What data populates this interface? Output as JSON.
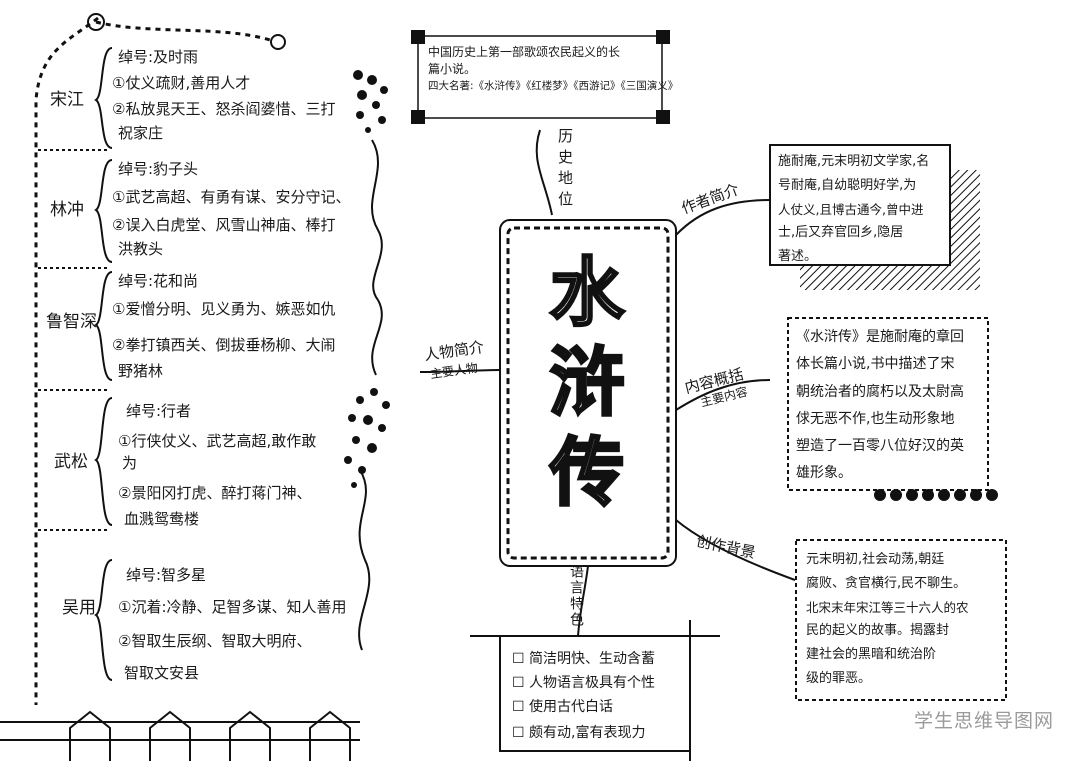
{
  "title": [
    "水",
    "浒",
    "传"
  ],
  "characters": [
    {
      "name": "宋江",
      "lines": [
        "绰号:及时雨",
        "①仗义疏财,善用人才",
        "②私放晁天王、怒杀阎婆惜、三打",
        "祝家庄"
      ]
    },
    {
      "name": "林冲",
      "lines": [
        "绰号:豹子头",
        "①武艺高超、有勇有谋、安分守记、",
        "②误入白虎堂、风雪山神庙、棒打",
        "洪教头"
      ]
    },
    {
      "name": "鲁智深",
      "lines": [
        "绰号:花和尚",
        "①爱憎分明、见义勇为、嫉恶如仇",
        "②拳打镇西关、倒拔垂杨柳、大闹",
        "野猪林"
      ]
    },
    {
      "name": "武松",
      "lines": [
        "绰号:行者",
        "①行侠仗义、武艺高超,敢作敢",
        "为",
        "②景阳冈打虎、醉打蒋门神、",
        "血溅鸳鸯楼"
      ]
    },
    {
      "name": "吴用",
      "lines": [
        "绰号:智多星",
        "①沉着:冷静、足智多谋、知人善用",
        "②智取生辰纲、智取大明府、",
        "智取文安县"
      ]
    }
  ],
  "history_box": {
    "line1": "中国历史上第一部歌颂农民起义的长",
    "line2": "篇小说。",
    "line3": "四大名著:《水浒传》《红楼梦》《西游记》《三国演义》"
  },
  "branches": {
    "history": "历史地位",
    "author": "作者简介",
    "people_main": "人物简介",
    "people_sub": "主要人物",
    "content_main": "内容概括",
    "content_sub": "主要内容",
    "background": "创作背景",
    "language": "语言特色"
  },
  "author_box": [
    "施耐庵,元末明初文学家,名",
    "号耐庵,自幼聪明好学,为",
    "人仗义,且博古通今,曾中进",
    "士,后又弃官回乡,隐居",
    "著述。"
  ],
  "content_box": [
    "《水浒传》是施耐庵的章回",
    "体长篇小说,书中描述了宋",
    "朝统治者的腐朽以及太尉高",
    "俅无恶不作,也生动形象地",
    "塑造了一百零八位好汉的英",
    "雄形象。"
  ],
  "background_box": [
    "元末明初,社会动荡,朝廷",
    "腐败、贪官横行,民不聊生。",
    "北宋末年宋江等三十六人的农",
    "民的起义的故事。揭露封",
    "建社会的黑暗和统治阶",
    "级的罪恶。"
  ],
  "language_items": [
    "简洁明快、生动含蓄",
    "人物语言极具有个性",
    "使用古代白话",
    "颇有动,富有表现力"
  ],
  "watermark": "学生思维导图网"
}
